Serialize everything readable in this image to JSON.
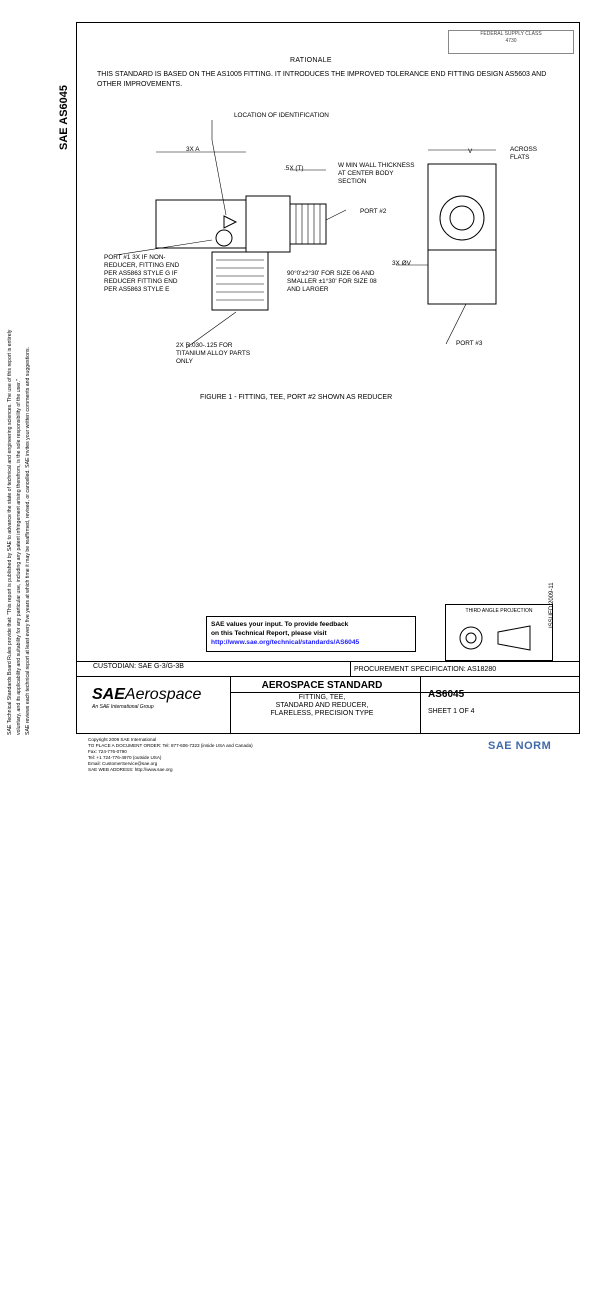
{
  "stamp": {
    "line1": "FEDERAL SUPPLY CLASS",
    "line2": "4730"
  },
  "rationale": {
    "heading": "RATIONALE",
    "text": "THIS STANDARD IS BASED ON THE AS1005 FITTING. IT INTRODUCES THE IMPROVED TOLERANCE END FITTING DESIGN AS5603 AND OTHER IMPROVEMENTS."
  },
  "drawing": {
    "location_label": "LOCATION OF IDENTIFICATION",
    "dim_3xa": "3X A",
    "dim_5x": ".5X (T)",
    "wall_label": "W MIN WALL THICKNESS AT CENTER BODY SECTION",
    "port2": "PORT #2",
    "across_flats": "ACROSS FLATS",
    "dim_v": "V",
    "port1": "PORT #1 3X IF NON-REDUCER, FITTING END PER AS5863 STYLE G IF REDUCER FITTING END PER AS5863 STYLE E",
    "angle_note": "90°0'±2°30' FOR SIZE 06 AND SMALLER ±1°30' FOR SIZE 08 AND LARGER",
    "dim_3xd": "3X ØV",
    "radius_note": "2X R.030-.125 FOR TITANIUM ALLOY PARTS ONLY",
    "port3": "PORT #3"
  },
  "figure_caption": "FIGURE 1 - FITTING, TEE, PORT #2 SHOWN AS REDUCER",
  "sidebar": {
    "doc_vertical": "SAE AS6045",
    "side_right": "ISSUED 2009-11"
  },
  "feedback": {
    "line1": "SAE values your input. To provide feedback",
    "line2": "on this Technical Report, please visit",
    "url": "http://www.sae.org/technical/standards/AS6045"
  },
  "projection": {
    "label": "THIRD ANGLE PROJECTION"
  },
  "custodian": "CUSTODIAN: SAE G-3/G-3B",
  "procurement": "PROCUREMENT SPECIFICATION: AS18280",
  "logo": {
    "main_bold": "SAE",
    "main": "Aerospace",
    "sub": "An SAE International Group"
  },
  "title_block": {
    "standard": "AEROSPACE STANDARD",
    "line1": "FITTING, TEE,",
    "line2": "STANDARD AND REDUCER,",
    "line3": "FLARELESS, PRECISION TYPE",
    "doc_number": "AS6045",
    "sheet": "SHEET 1 OF 4"
  },
  "footer": {
    "copy": "Copyright 2009 SAE International",
    "phone_left": "TO PLACE A DOCUMENT ORDER:   Tel: 877-606-7323 (inside USA and Canada)",
    "fax": "Fax: 724-776-0790",
    "phone_right": "Tel: +1 724-776-4970 (outside USA)",
    "email": "Email: CustomerService@sae.org",
    "web": "SAE WEB ADDRESS: http://www.sae.org"
  },
  "watermark": "SAE NORM"
}
